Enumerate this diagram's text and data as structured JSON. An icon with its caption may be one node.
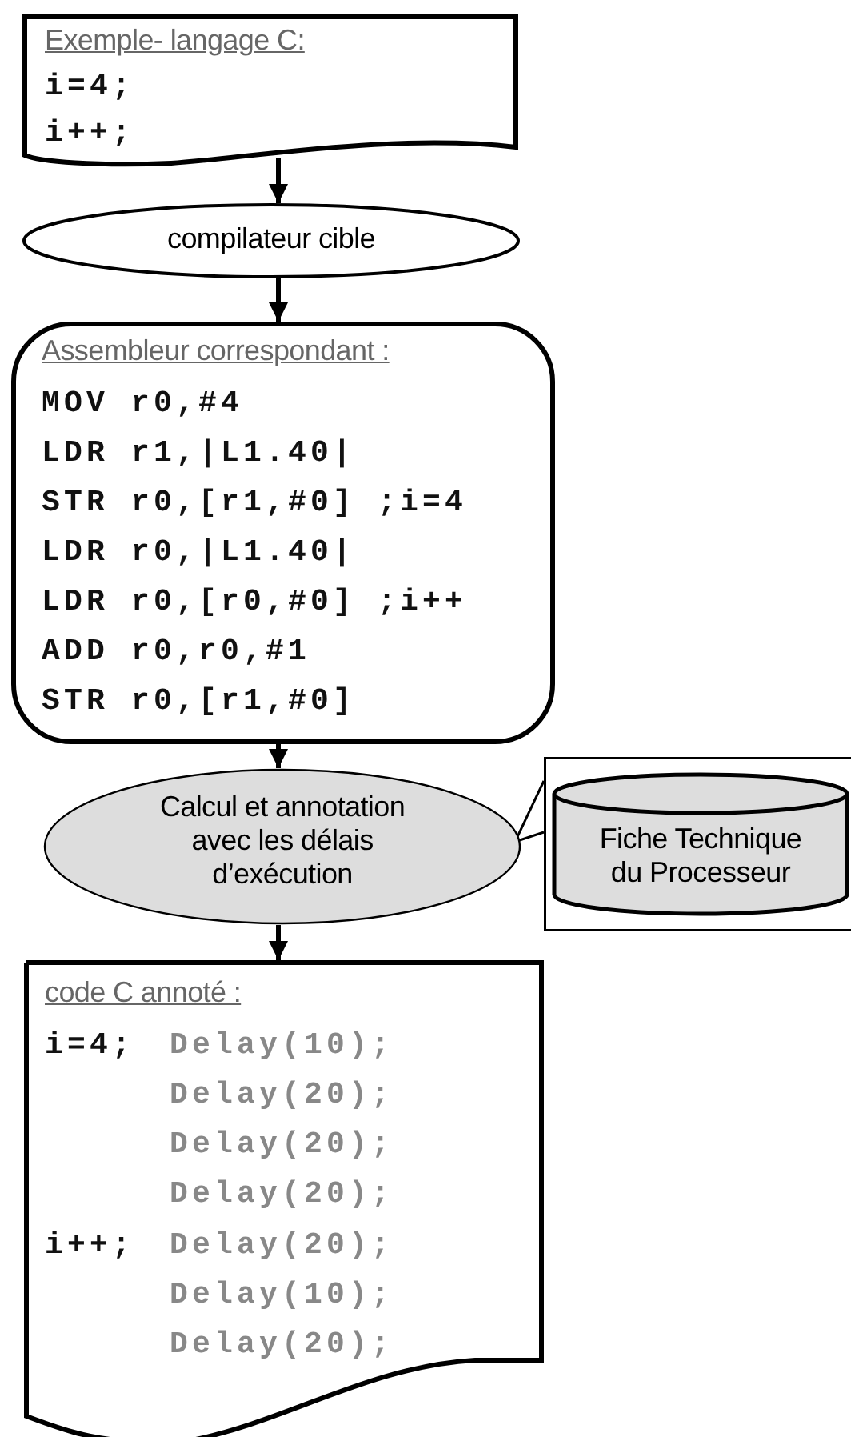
{
  "diagram": {
    "nodes": [
      {
        "text": [
          "Exemple- langage C:",
          "i=4;",
          "i++;"
        ]
      },
      {
        "text": [
          "compilateur cible"
        ]
      },
      {
        "text": [
          "Assembleur correspondant :",
          "MOV r0,#4",
          "LDR r1,|L1.40|",
          "STR r0,[r1,#0] ;i=4",
          "LDR r0,|L1.40|",
          "LDR r0,[r0,#0] ;i++",
          "ADD r0,r0,#1",
          "STR r0,[r1,#0]"
        ]
      },
      {
        "text": [
          "Calcul et annotation avec les délais d’exécution"
        ]
      },
      {
        "text": [],
        "shape": "box"
      },
      {
        "text": [
          "Fiche Technique du Processeur"
        ],
        "in": 4
      },
      {
        "text": [
          "code C annoté :",
          "i=4;",
          "Delay(10);",
          "Delay(20);",
          "Delay(20);",
          "Delay(20);",
          "i++;",
          "Delay(20);",
          "Delay(10);",
          "Delay(20);"
        ]
      }
    ],
    "edges": [
      {
        "from": 0,
        "to": 1,
        "arrow": "to"
      },
      {
        "from": 1,
        "to": 2,
        "arrow": "to"
      },
      {
        "from": 2,
        "to": 3,
        "arrow": "to"
      },
      {
        "from": 3,
        "to": 6,
        "arrow": "to"
      },
      {
        "from": 4,
        "to": 3,
        "arrow": "none"
      }
    ]
  }
}
